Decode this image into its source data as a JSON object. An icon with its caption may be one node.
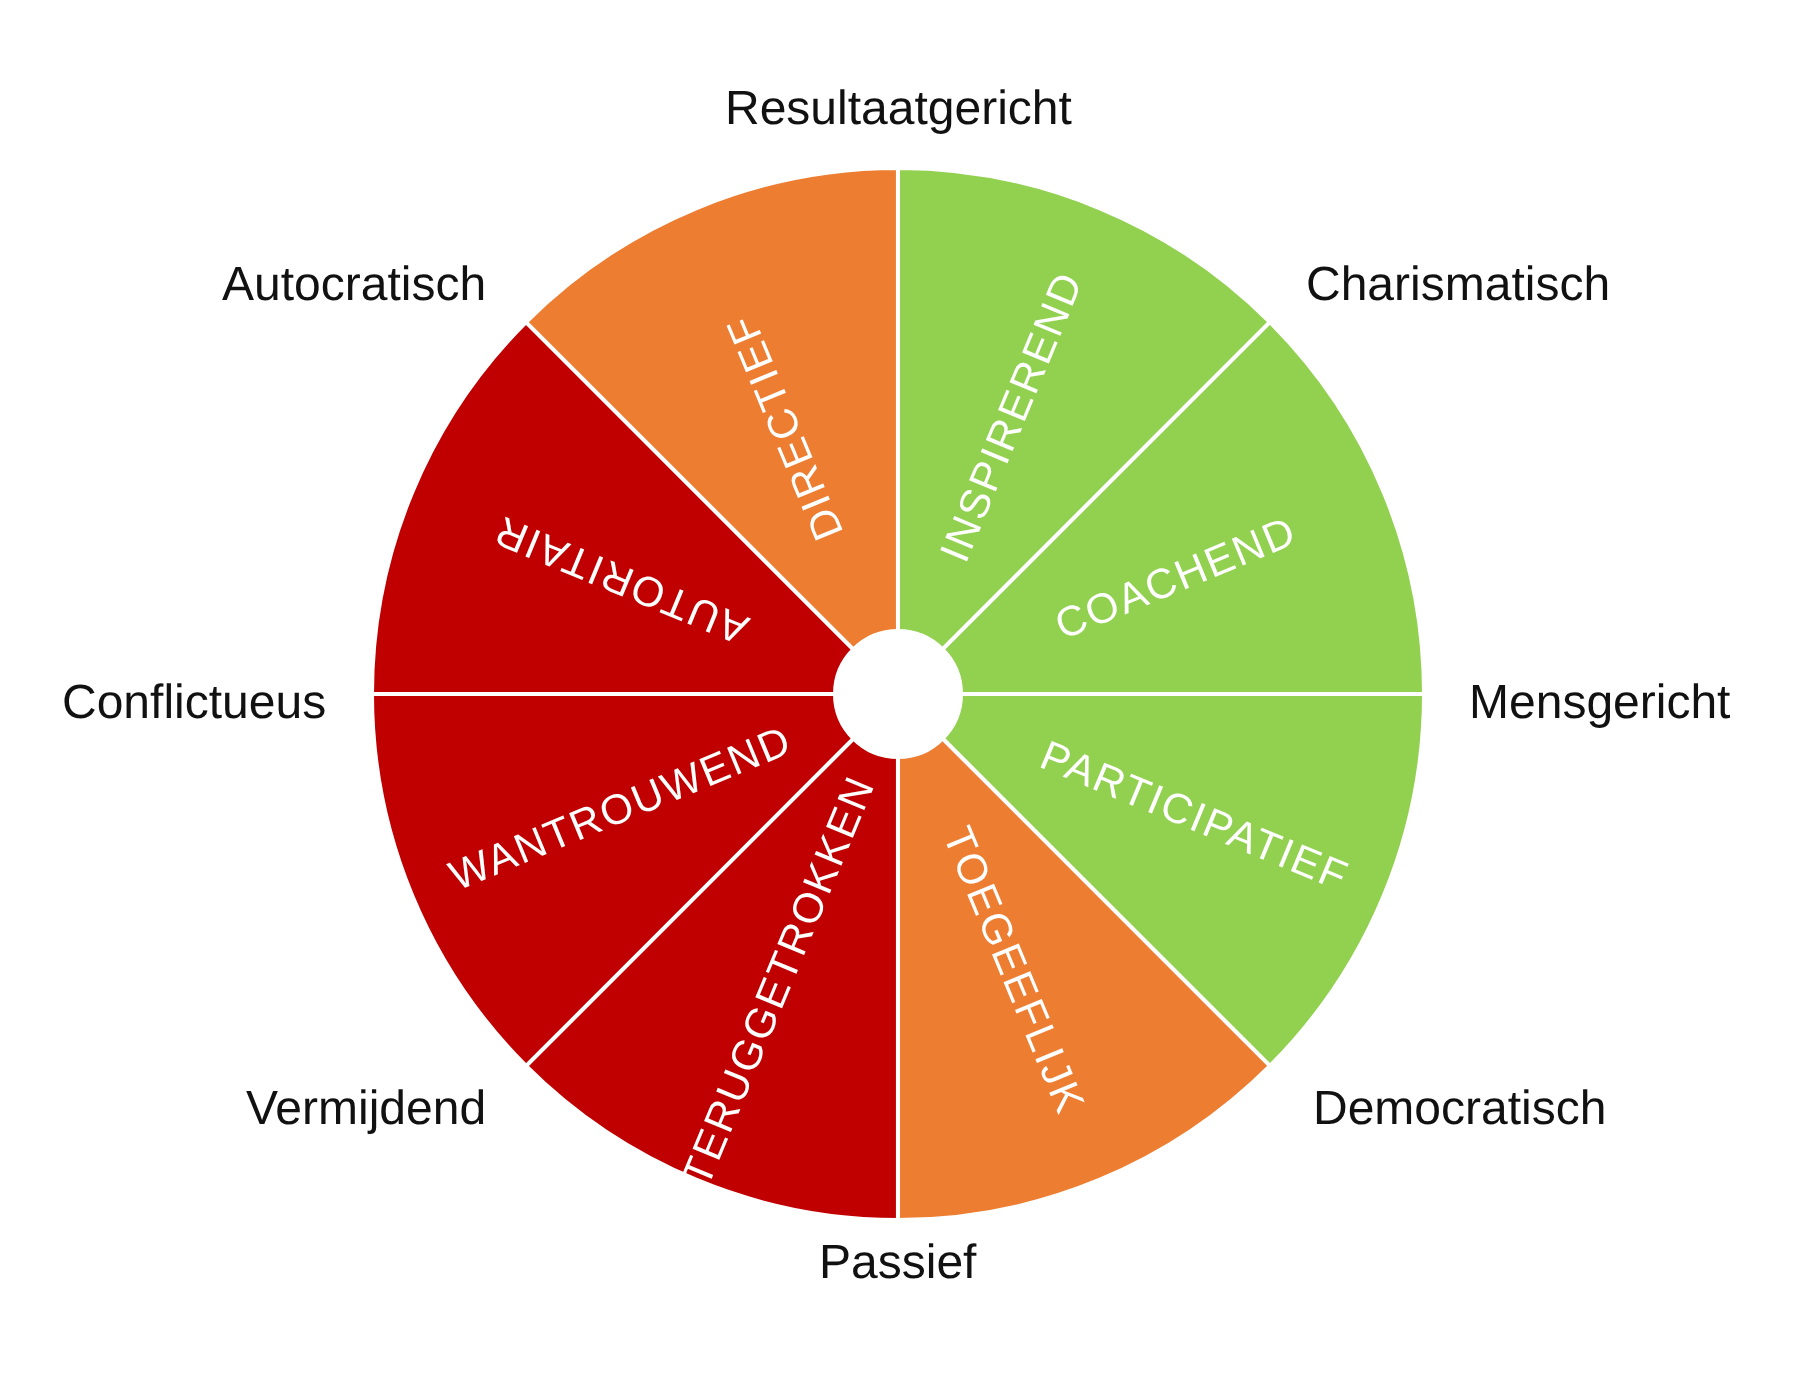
{
  "diagram": {
    "nodes": [
      {
        "text": [
          "INSPIREREND"
        ]
      },
      {
        "text": [
          "COACHEND"
        ]
      },
      {
        "text": [
          "PARTICIPATIEF"
        ]
      },
      {
        "text": [
          "TOEGEEFLIJK"
        ]
      },
      {
        "text": [
          "TERUGGETROKKEN"
        ]
      },
      {
        "text": [
          "WANTROUWEND"
        ]
      },
      {
        "text": [
          "AUTORITAIR"
        ]
      },
      {
        "text": [
          "DIRECTIEF"
        ]
      }
    ],
    "edges": [],
    "labels": [
      "Resultaatgericht",
      "Autocratisch",
      "Charismatisch",
      "Conflictueus",
      "Mensgericht",
      "Vermijdend",
      "Democratisch",
      "Passief"
    ]
  }
}
